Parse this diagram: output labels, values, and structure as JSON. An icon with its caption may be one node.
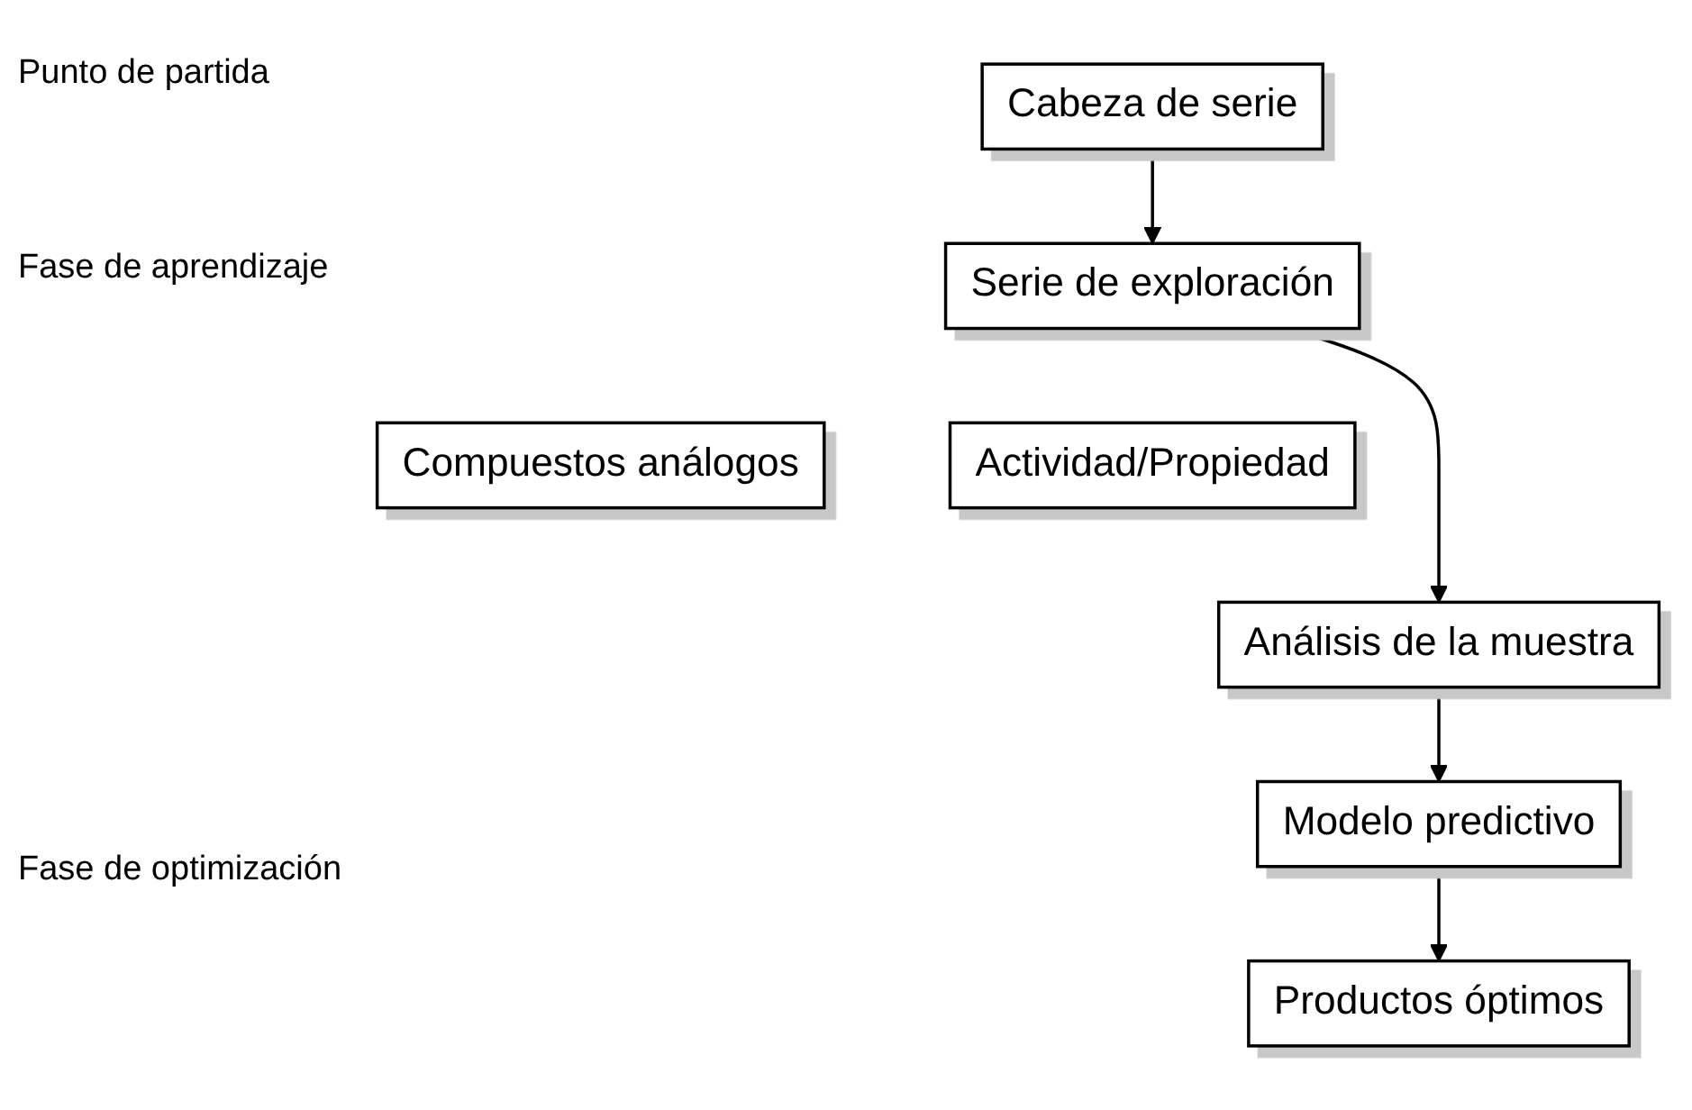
{
  "diagram": {
    "nodes": [
      {
        "text": [
          "Cabeza de serie"
        ]
      },
      {
        "text": [
          "Serie de exploración"
        ]
      },
      {
        "text": [
          "Compuestos análogos"
        ]
      },
      {
        "text": [
          "Actividad/Propiedad"
        ]
      },
      {
        "text": [
          "Análisis de la muestra"
        ]
      },
      {
        "text": [
          "Modelo predictivo"
        ]
      },
      {
        "text": [
          "Productos óptimos"
        ]
      }
    ],
    "edges": [
      {
        "from": 0,
        "to": 1,
        "arrow": "to"
      },
      {
        "from": 1,
        "to": 4,
        "arrow": "to"
      },
      {
        "from": 4,
        "to": 5,
        "arrow": "to"
      },
      {
        "from": 5,
        "to": 6,
        "arrow": "to"
      }
    ],
    "labels": [
      "Punto de partida",
      "Fase de aprendizaje",
      "Fase de optimización"
    ]
  }
}
